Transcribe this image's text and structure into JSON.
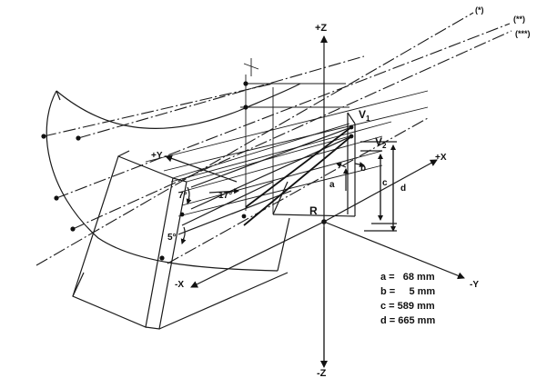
{
  "labels": {
    "ref_single": "(*)",
    "ref_double": "(**)",
    "ref_triple": "(***)",
    "axis_pos_z": "+Z",
    "axis_neg_z": "-Z",
    "axis_pos_x": "+X",
    "axis_neg_x": "-X",
    "axis_pos_y": "+Y",
    "axis_neg_y": "-Y",
    "point_r": "R",
    "point_v1": "V",
    "point_v1_sub": "1",
    "point_v2": "V",
    "point_v2_sub": "2",
    "dim_a": "a",
    "dim_b": "b",
    "dim_c": "c",
    "dim_d": "d",
    "angle_7": "7°",
    "angle_17": "17°",
    "angle_5": "5°"
  },
  "specs": [
    "a =   68 mm",
    "b =     5 mm",
    "c = 589 mm",
    "d = 665 mm"
  ]
}
